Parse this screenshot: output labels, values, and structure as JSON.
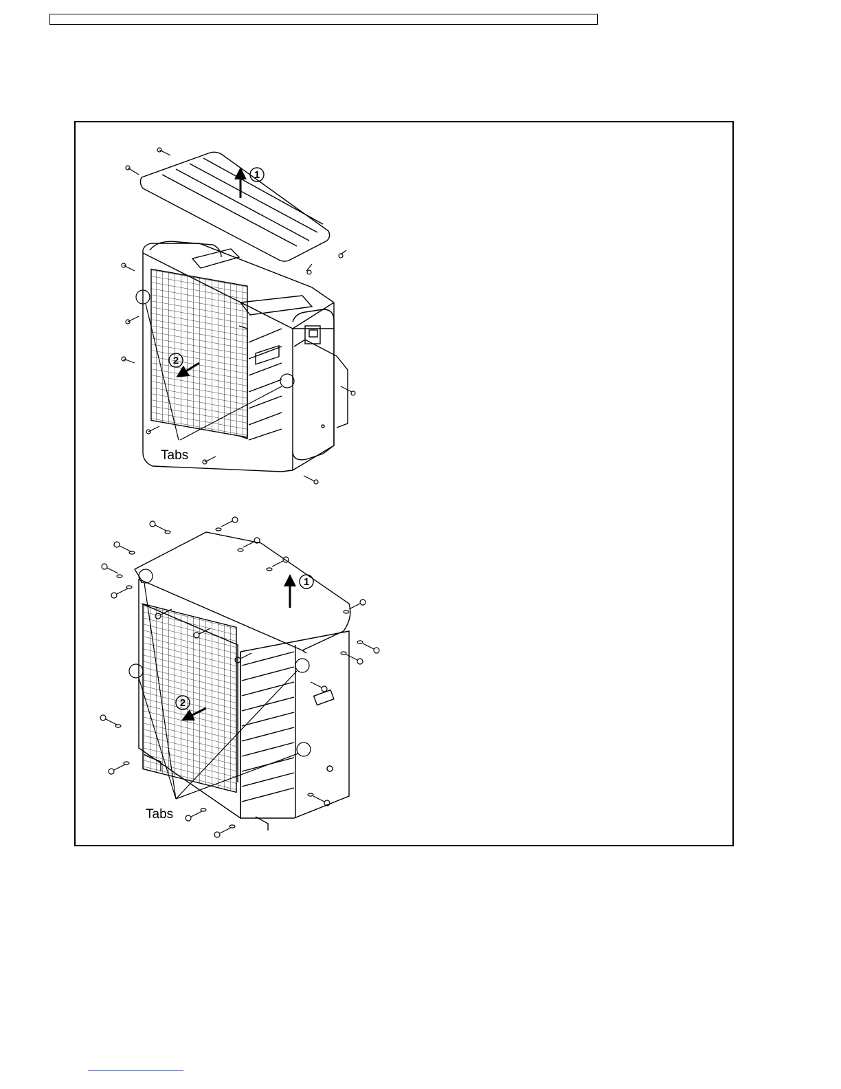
{
  "figures": [
    {
      "step1_marker": "1",
      "step2_marker": "2",
      "tabs_label": "Tabs"
    },
    {
      "step1_marker": "1",
      "step2_marker": "2",
      "tabs_label": "Tabs"
    }
  ],
  "colors": {
    "line": "#000000",
    "footer_link": "#3355cc"
  }
}
